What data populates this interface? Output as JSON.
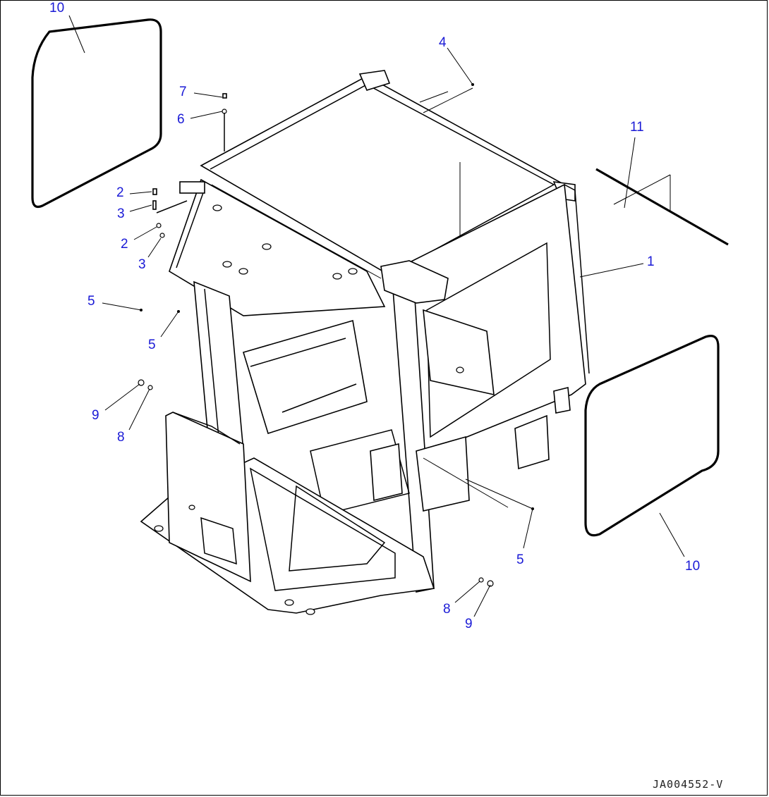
{
  "callouts": [
    {
      "id": "c10a",
      "label": "10"
    },
    {
      "id": "c4",
      "label": "4"
    },
    {
      "id": "c7",
      "label": "7"
    },
    {
      "id": "c6",
      "label": "6"
    },
    {
      "id": "c11",
      "label": "11"
    },
    {
      "id": "c2a",
      "label": "2"
    },
    {
      "id": "c3a",
      "label": "3"
    },
    {
      "id": "c2b",
      "label": "2"
    },
    {
      "id": "c3b",
      "label": "3"
    },
    {
      "id": "c1",
      "label": "1"
    },
    {
      "id": "c5a",
      "label": "5"
    },
    {
      "id": "c5b",
      "label": "5"
    },
    {
      "id": "c9a",
      "label": "9"
    },
    {
      "id": "c8a",
      "label": "8"
    },
    {
      "id": "c5c",
      "label": "5"
    },
    {
      "id": "c10b",
      "label": "10"
    },
    {
      "id": "c8b",
      "label": "8"
    },
    {
      "id": "c9b",
      "label": "9"
    }
  ],
  "document_id": "JA004552-V",
  "colors": {
    "callout": "#1a1ad6",
    "line": "#000000"
  }
}
